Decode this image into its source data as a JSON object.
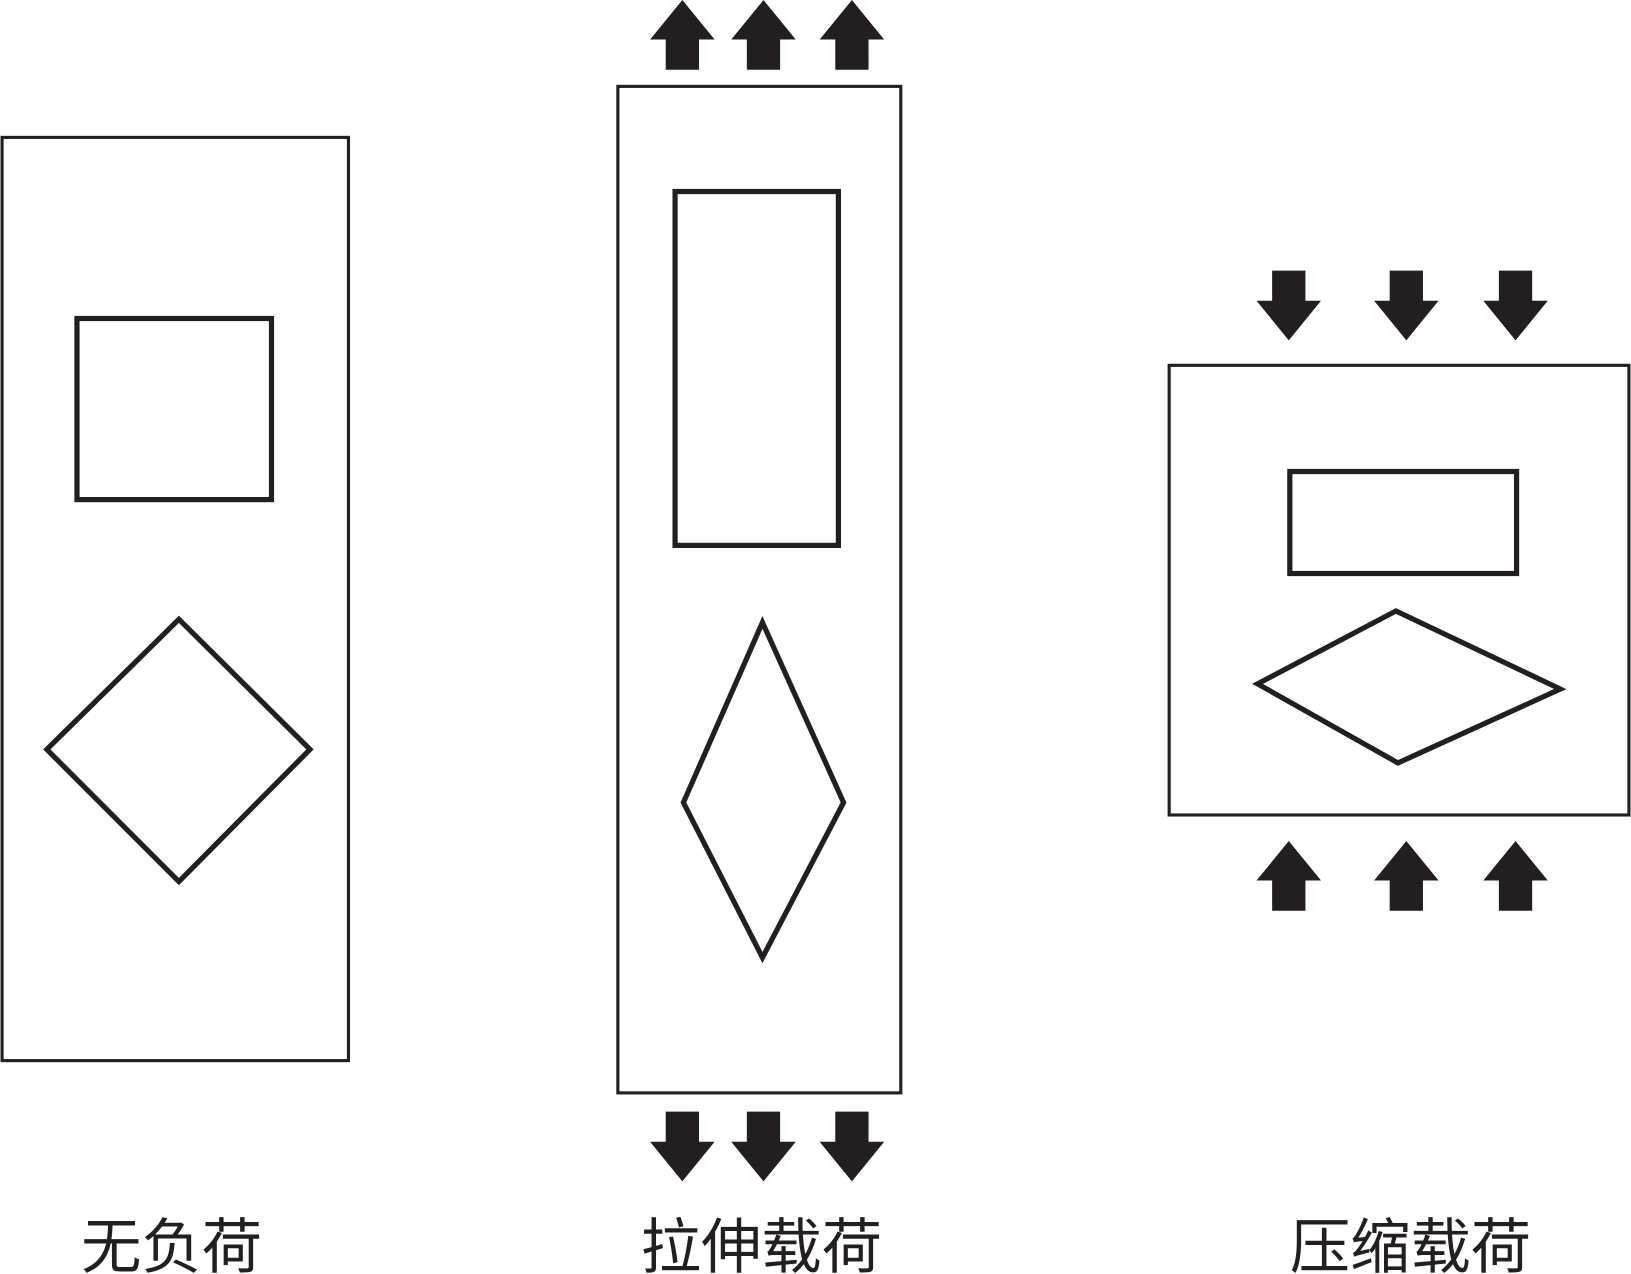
{
  "panels": [
    {
      "label": "无负荷"
    },
    {
      "label": "拉伸载荷"
    },
    {
      "label": "压缩载荷"
    }
  ],
  "colors": {
    "stroke": "#231f20",
    "background": "#ffffff"
  }
}
